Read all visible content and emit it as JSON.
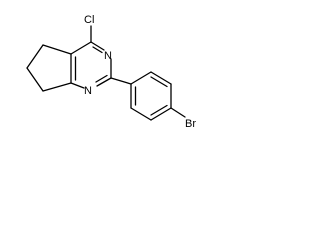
{
  "atoms": {
    "chlorine": "Cl",
    "nitrogen_upper": "N",
    "nitrogen_lower": "N",
    "bromine": "Br"
  }
}
